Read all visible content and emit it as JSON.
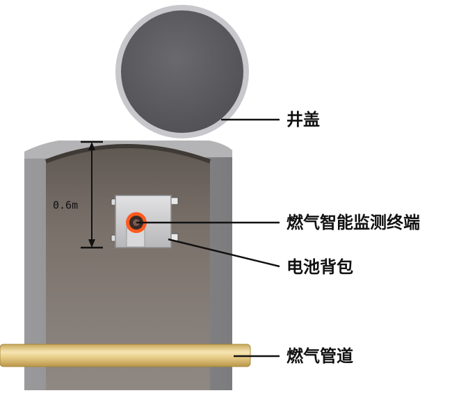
{
  "labels": {
    "manhole_cover": "井盖",
    "monitor_terminal": "燃气智能监测终端",
    "battery_pack": "电池背包",
    "gas_pipe": "燃气管道"
  },
  "dimension": {
    "depth_label": "0.6m"
  },
  "colors": {
    "cover_fill": "#5d5d60",
    "cover_rim": "#c8c8cc",
    "wall": "#8a8a8c",
    "well_interior": "#78706a",
    "device_body": "#c9c9cb",
    "sensor_orange": "#ff5a1f",
    "pipe": "#e3c98a",
    "leader_line": "#111111"
  }
}
